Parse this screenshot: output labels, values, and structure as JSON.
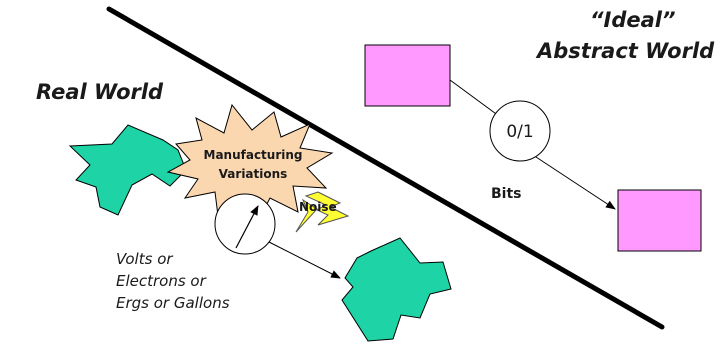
{
  "diagram": {
    "title_ideal_line1": "“Ideal”",
    "title_ideal_line2": "Abstract World",
    "title_real": "Real World",
    "bit_node_label": "0/1",
    "bits_label": "Bits",
    "burst_line1": "Manufacturing",
    "burst_line2": "Variations",
    "noise_label": "Noise",
    "analog_line1": "Volts or",
    "analog_line2": "Electrons or",
    "analog_line3": "Ergs or Gallons"
  },
  "colors": {
    "teal_shape": "#1ed3a6",
    "pink_box": "#ff99ff",
    "burst_fill": "#fbd7b0",
    "bolt_fill": "#ffff33",
    "line": "#000000"
  }
}
